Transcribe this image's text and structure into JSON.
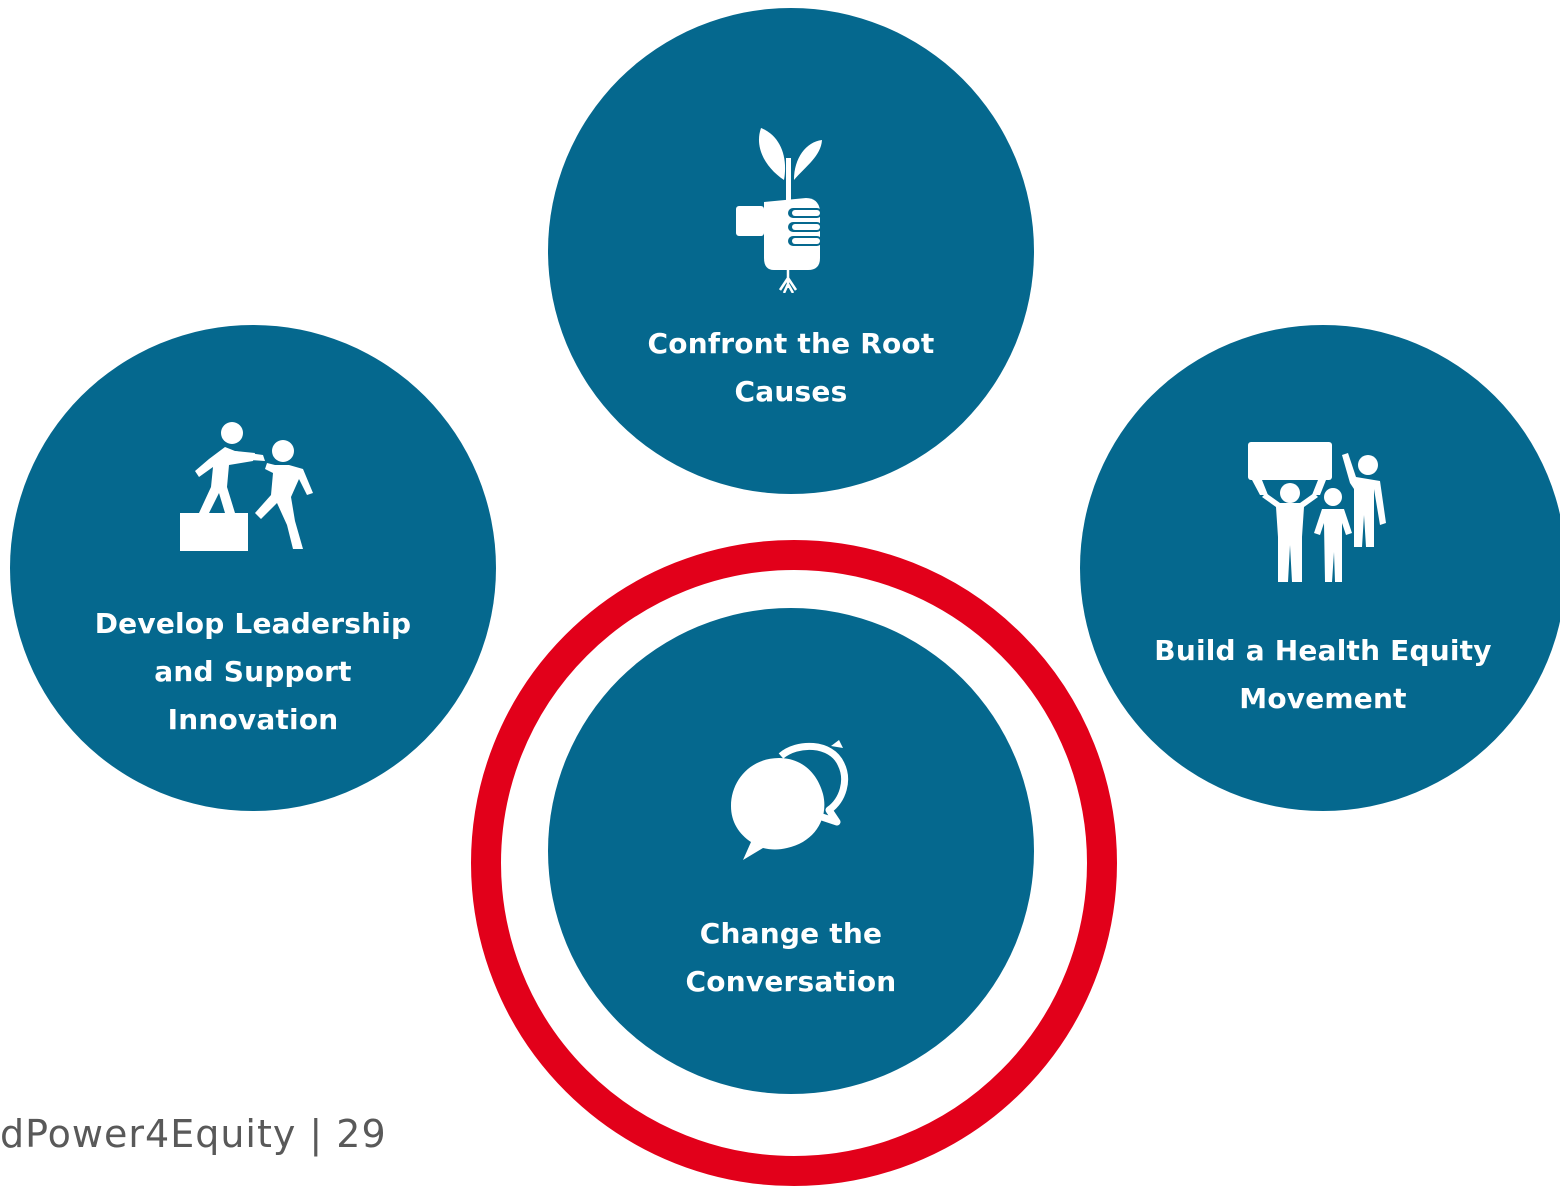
{
  "diagram": {
    "items": [
      {
        "label": "Confront the Root\nCauses",
        "icon": "plant-in-fist-icon"
      },
      {
        "label": "Develop Leadership\nand Support\nInnovation",
        "icon": "helping-hand-climb-icon"
      },
      {
        "label": "Build a Health Equity\nMovement",
        "icon": "people-holding-sign-icon"
      },
      {
        "label": "Change the\nConversation",
        "icon": "speech-bubble-icon"
      }
    ],
    "highlighted_item": "Change the Conversation"
  },
  "colors": {
    "circle_fill": "#05688e",
    "highlight_ring": "#e2001a",
    "label_text": "#ffffff",
    "footer_text": "#595959"
  },
  "footer": {
    "text": "dPower4Equity | 29"
  }
}
